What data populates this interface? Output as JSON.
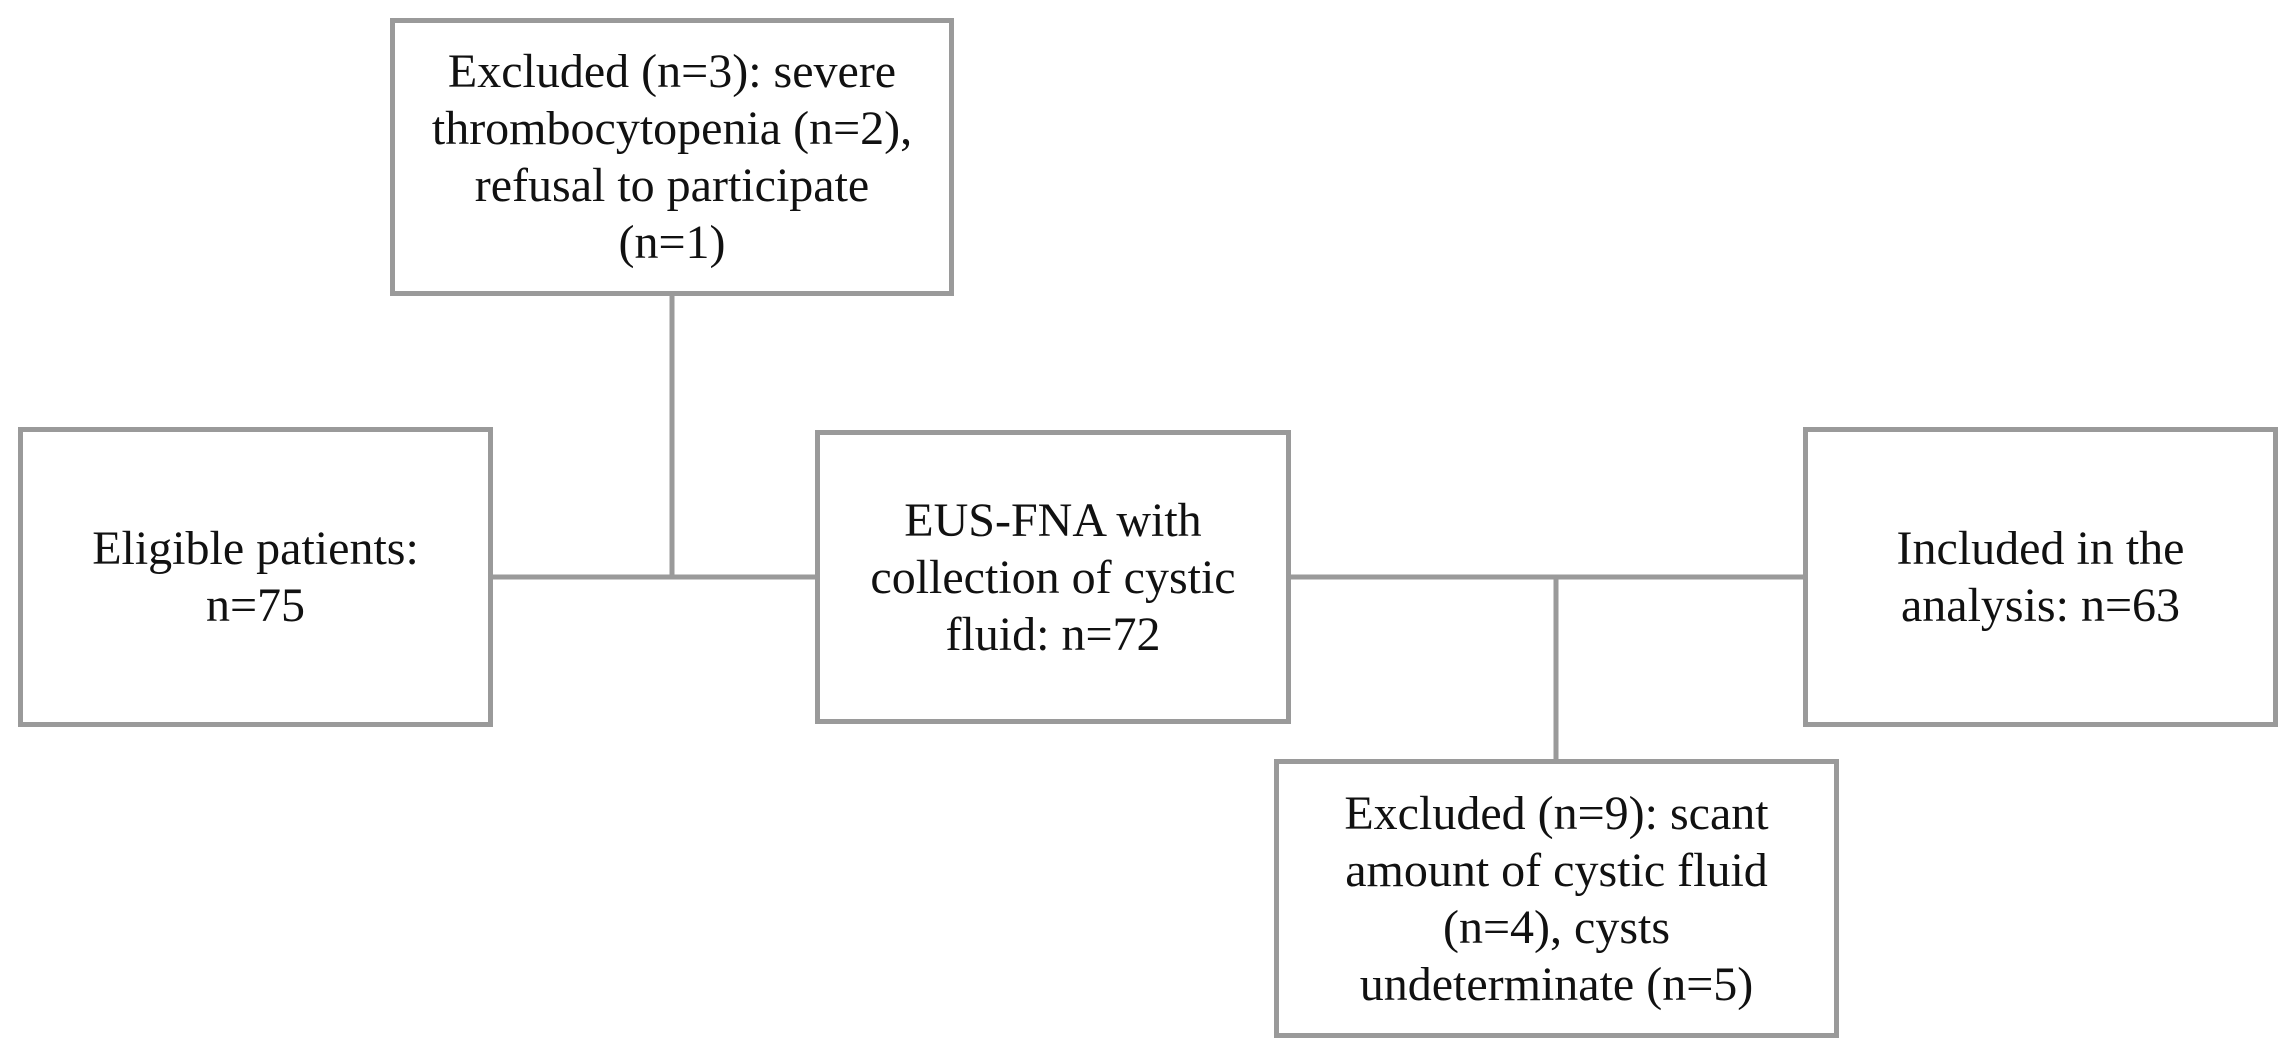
{
  "flowchart": {
    "boxes": {
      "excluded_top": {
        "lines": [
          "Excluded (n=3): severe",
          "thrombocytopenia (n=2),",
          "refusal to participate",
          "(n=1)"
        ]
      },
      "eligible": {
        "lines": [
          "Eligible patients:",
          "n=75"
        ]
      },
      "eus_fna": {
        "lines": [
          "EUS-FNA with",
          "collection of cystic",
          "fluid: n=72"
        ]
      },
      "included": {
        "lines": [
          "Included in the",
          "analysis: n=63"
        ]
      },
      "excluded_bottom": {
        "lines": [
          "Excluded (n=9): scant",
          "amount of cystic fluid",
          "(n=4), cysts",
          "undeterminate (n=5)"
        ]
      }
    },
    "colors": {
      "border": "#9a9a9a",
      "text": "#111111",
      "background": "#ffffff"
    }
  }
}
